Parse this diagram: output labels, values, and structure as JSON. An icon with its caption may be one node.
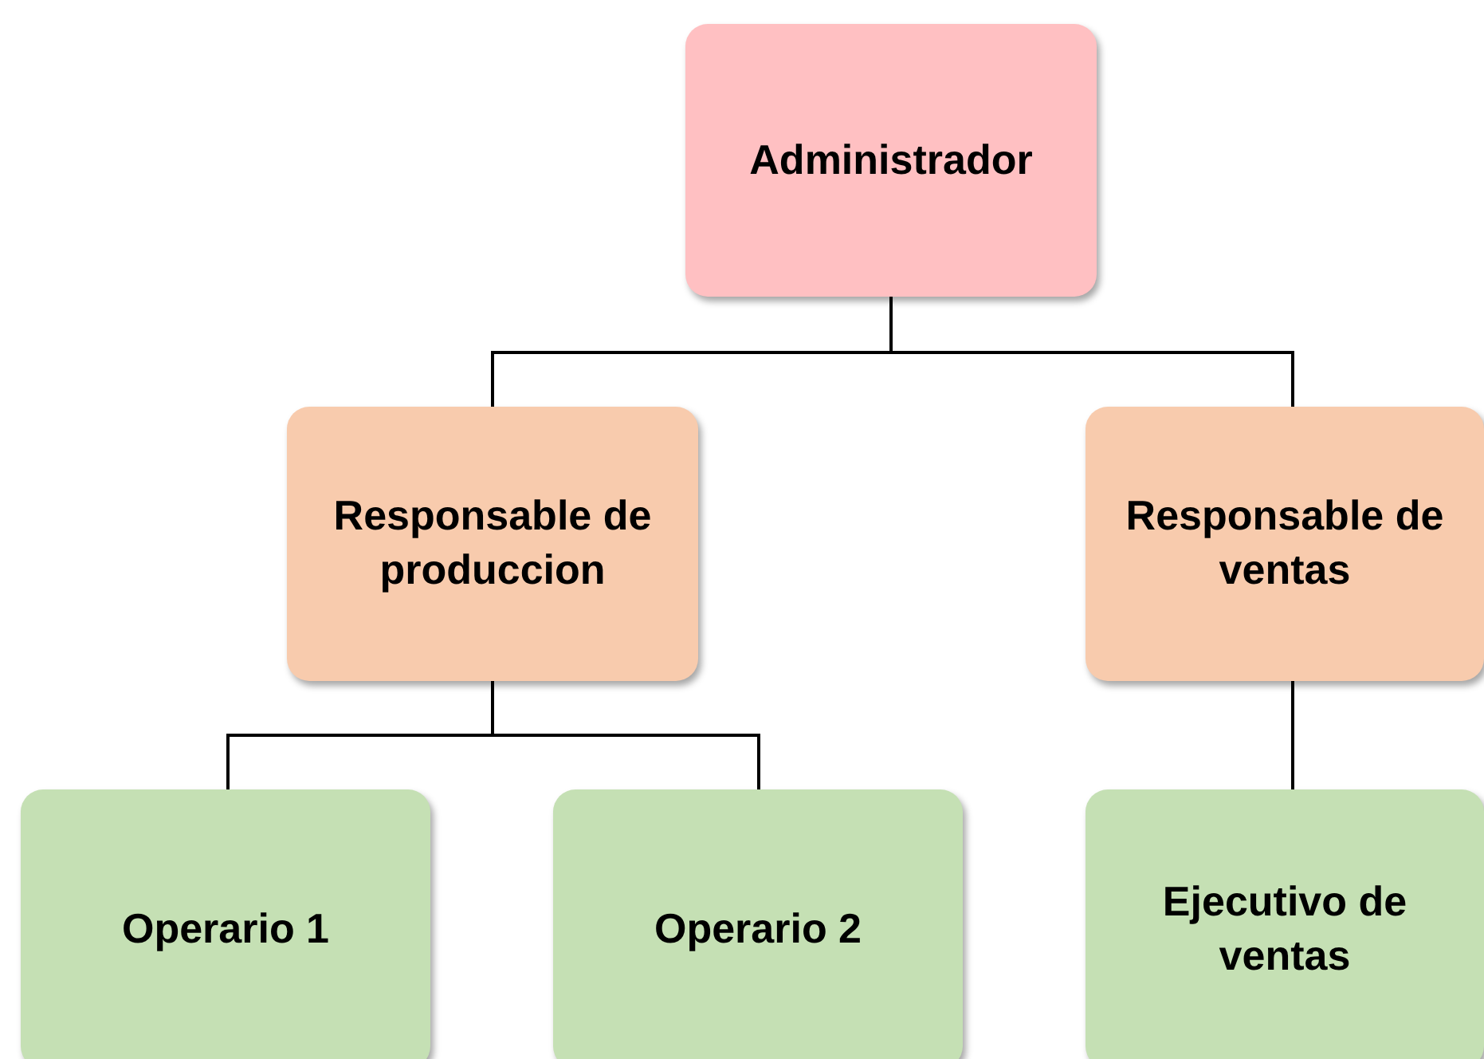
{
  "diagram": {
    "nodes": [
      {
        "text": [
          "Administrador"
        ]
      },
      {
        "text": [
          "Responsable de produccion"
        ]
      },
      {
        "text": [
          "Responsable de ventas"
        ]
      },
      {
        "text": [
          "Operario 1"
        ]
      },
      {
        "text": [
          "Operario 2"
        ]
      },
      {
        "text": [
          "Ejecutivo de ventas"
        ]
      }
    ],
    "edges": [
      {
        "from": 0,
        "to": 1,
        "arrow": "none"
      },
      {
        "from": 0,
        "to": 2,
        "arrow": "none"
      },
      {
        "from": 1,
        "to": 3,
        "arrow": "none"
      },
      {
        "from": 1,
        "to": 4,
        "arrow": "none"
      },
      {
        "from": 2,
        "to": 5,
        "arrow": "none"
      }
    ]
  }
}
